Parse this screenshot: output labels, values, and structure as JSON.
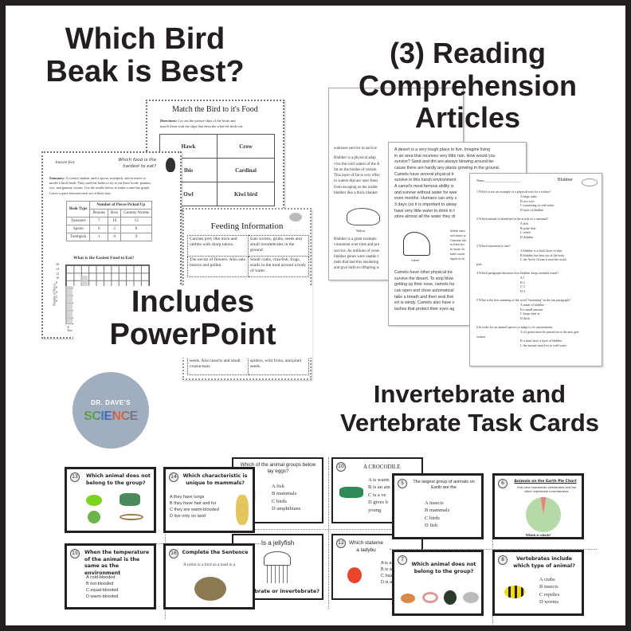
{
  "headings": {
    "bird": [
      "Which Bird",
      "Beak is Best?"
    ],
    "reading": [
      "(3) Reading",
      "Comprehension",
      "Articles"
    ],
    "powerpoint": [
      "Includes",
      "PowerPoint"
    ],
    "task_cards": [
      "Invertebrate and",
      "Vertebrate Task Cards"
    ]
  },
  "logo": {
    "line1": "DR. DAVE'S",
    "line2": "SCIENCE"
  },
  "match_page": {
    "title": "Match the Bird to it's Food",
    "directions_label": "Directions:",
    "directions": [
      "Cut out the picture slips of the birds and",
      "match them with the slips that describe what the birds eat."
    ],
    "birds": [
      "Hawk",
      "Crow",
      "Ibis",
      "Cardinal",
      "Owl",
      "Kiwi bird"
    ]
  },
  "answer_key": {
    "label": "Answer Key",
    "question": [
      "Which food is the",
      "hardest to eat?"
    ],
    "summary_label": "Summary:",
    "summary": [
      "A science student used a spoon, toothpick, and tweezers to",
      "model a bird's beak. They used the beaks to try to eat three foods: pennies,",
      "rice, and gummy worms.  Use the results below to make a nine-bar graph.",
      "Leave a space between each set of three bars."
    ],
    "table": {
      "beak_header": "Beak Type",
      "count_header": "Number of Pieces Picked Up",
      "columns": [
        "Pennies",
        "Rice",
        "Gummy Worms"
      ],
      "rows": [
        {
          "beak": "Tweezers",
          "values": [
            "7",
            "10",
            "13"
          ]
        },
        {
          "beak": "Spoon",
          "values": [
            "6",
            "2",
            "8"
          ]
        },
        {
          "beak": "Toothpick",
          "values": [
            "1",
            "0",
            "9"
          ]
        }
      ]
    },
    "graph_title": "What is the Easiest Food to Eat?",
    "graph_ylabel": "Number of Pieces",
    "graph_ticks": [
      "16",
      "14",
      "12",
      "10",
      "8",
      "6",
      "4",
      "2",
      "0"
    ],
    "graph_xlabel": [
      "A",
      "Twe"
    ]
  },
  "feeding": {
    "title": "Feeding Information",
    "cells": [
      "Catches prey like mice and rabbits with sharp talons.",
      "Eats worms, grubs, seeds and small invertebrates in the ground.",
      "The nectar of flowers. Also eats insects and pollen.",
      "Small crabs, crawfish, frogs, snails in the mud around a body of water.",
      "seeds. Also insects and small crustaceans.",
      "spiders, wild fruits, and plant seeds."
    ]
  },
  "article1": {
    "top": [
      "walruses survive in such te"
    ],
    "para1": [
      "Blubber is a physical adap",
      "vive the cold waters of the A",
      "fat on the bodies of certain",
      "This layer of fat is very effec",
      "in waters that are near freez",
      "from escaping so the inside",
      "blubber like a thick blanket"
    ],
    "caption": "Walrus",
    "para2": [
      "Blubber is a great example",
      "vironment over time and pro",
      "survive. As millions of years",
      "blubber genes were unable t",
      "mals that had this insulating",
      "and give birth to offspring w"
    ]
  },
  "article2": {
    "para1": [
      "A desert is a very tough place to live. Imagine living",
      "in an area that receives very little rain. How would you",
      "survive? Sand and dirt are always blowing around be-",
      "cause there are hardly any plants growing in the ground.",
      "Camels have several physical tr",
      "survive in this harsh environment",
      "A camel's most famous ability is",
      "and survive without water for wee",
      "even months. Humans can only s",
      "3 days (so it is important to alway",
      "have very little water to drink in t",
      "store almost all the water they dr"
    ],
    "side": [
      "While cam",
      "not store w",
      "Camels sto",
      "in their bo",
      "to learn th",
      "bath room",
      "liquid is th"
    ],
    "caption": "Camel",
    "para2": [
      "Camels have other physical tra",
      "survive the desert. To stop blow",
      "getting up their nose, camels ha",
      "can open and close automatical",
      "take a breath and then seal thei",
      "ert is windy. Camels also have v",
      "lashes that protect their eyes ag"
    ]
  },
  "quiz": {
    "name_label": "Name",
    "title": "Blubber",
    "questions": [
      {
        "q": "1  Which is not an example of a physical trait for a walrus?",
        "options": [
          "A  large tusks",
          "B  two eyes",
          "C  swimming in cold water",
          "D  layer of blubber"
        ]
      },
      {
        "q": "2  Which animal is identified in the article as a mammal?",
        "options": [
          "A  fish",
          "B  polar bear",
          "C  whale",
          "D  dolphin"
        ]
      },
      {
        "q": "3  Which statement is true?",
        "options": [
          "A  blubber is a thick layer of skin",
          "B  blubber lets heat out of the body",
          "C  the Arctic Ocean is near the south",
          "pole"
        ]
      },
      {
        "q": "4  Which paragraph discusses how blubber keeps animals warm?",
        "options": [
          "A  1",
          "B  2",
          "C  3",
          "D  4"
        ]
      },
      {
        "q": "5  What is the best meaning of the word \"insulating\" in the last paragraph?",
        "options": [
          "A  made of blubber",
          "B  a small amount",
          "C  keeps heat in",
          "D  thick"
        ]
      },
      {
        "q": "6  In order for an animal species to adapt to it's environment,",
        "options": [
          "A  it's genes must be passed on to the next gen-",
          "eration",
          "B  it must have a layer of blubber",
          "C  the animal must live in cold water"
        ]
      }
    ]
  },
  "cards": {
    "c13": {
      "num": "13",
      "q": "Which animal does not belong to the group?"
    },
    "c14": {
      "num": "14",
      "q": "Which characteristic is unique to mammals?",
      "options": [
        "A  they have lungs",
        "B  they have hair and fur",
        "C  they are warm-blooded",
        "D  live only on land"
      ]
    },
    "c15": {
      "num": "15",
      "q": "When the temperature of the animal is the same as the environment",
      "options": [
        "A  cold-blooded",
        "B  hot-blooded",
        "C  equal-blooded",
        "D  warm-blooded"
      ]
    },
    "c16": {
      "num": "16",
      "q": "Complete the Sentence",
      "sentence": "A robin is a bird as a toad is a"
    },
    "c9": {
      "q": "Which of the animal groups below lay eggs?",
      "options": [
        "A  fish",
        "B  mammals",
        "C  birds",
        "D  amphibians"
      ]
    },
    "c10": {
      "num": "10",
      "q": "A CROCODILE",
      "options": [
        "A  is warm",
        "B  is an am",
        "C  is a ve",
        "D  gives b",
        "young"
      ]
    },
    "jelly": {
      "q1": "Is a jellyfish",
      "q2": "brate or invertebrate?"
    },
    "c12": {
      "num": "12",
      "q": [
        "Which stateme",
        "a ladybu"
      ],
      "options": [
        "A  is an",
        "B  is wa",
        "C  has a",
        "D  is an"
      ]
    },
    "c5": {
      "num": "5",
      "q": "The largest group of animals on Earth are the",
      "options": [
        "A  insects",
        "B  mammals",
        "C  birds",
        "D  fish"
      ]
    },
    "c6": {
      "num": "6",
      "title": "Animals on the Earth Pie Chart",
      "subtitle": "One color represents vertebrates and the other represents invertebrates",
      "footer": "Which is which?",
      "pie_colors": {
        "large": "#b5d9a7",
        "small": "#f08080"
      },
      "small_slice_fraction": 0.05
    },
    "c7": {
      "num": "7",
      "q": "Which animal does not belong to the group?"
    },
    "c8": {
      "num": "8",
      "q": "Vertebrates include which type of animal?",
      "options": [
        "A  crabs",
        "B  insects",
        "C  reptiles",
        "D  worms"
      ]
    }
  }
}
